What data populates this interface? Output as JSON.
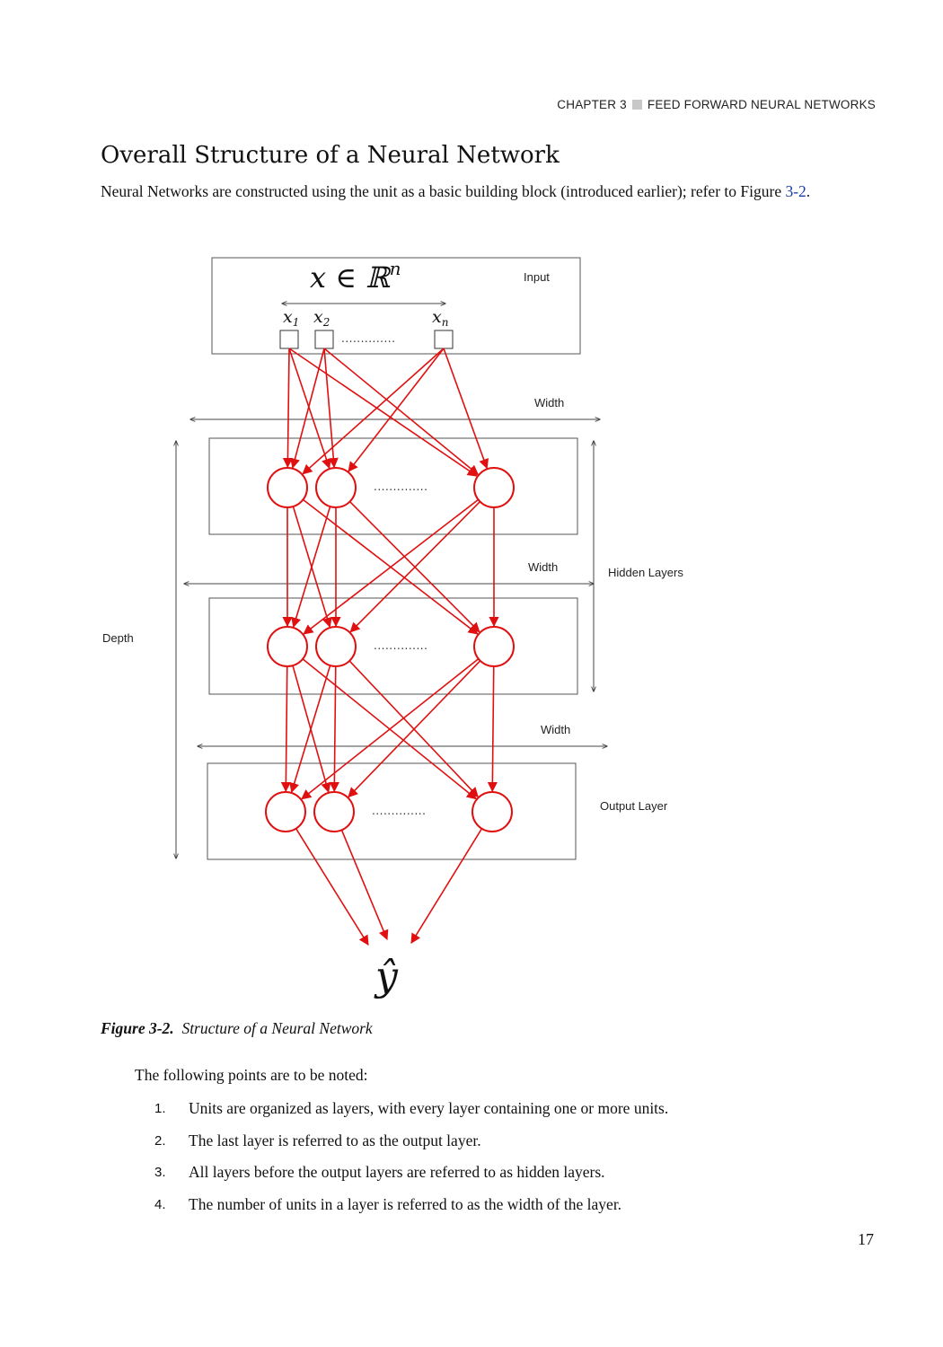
{
  "header": {
    "chapter": "CHAPTER 3",
    "section": "FEED FORWARD NEURAL NETWORKS"
  },
  "title": "Overall Structure of a Neural Network",
  "intro": {
    "text_before": "Neural Networks are constructed using the unit as a basic building block (introduced earlier); refer to Figure ",
    "link": "3-2",
    "text_after": "."
  },
  "figure": {
    "input_math": "x ∈ ℝ",
    "input_math_sup": "n",
    "input_label": "Input",
    "x1": "x",
    "x1_sub": "1",
    "x2": "x",
    "x2_sub": "2",
    "xn": "x",
    "xn_sub": "n",
    "width_label": "Width",
    "hidden_label": "Hidden Layers",
    "depth_label": "Depth",
    "output_label": "Output Layer",
    "output_symbol": "ŷ",
    "edge_color": "#e01010",
    "dots": "..............",
    "input_dots": ".............."
  },
  "caption": {
    "label": "Figure 3-2.",
    "text": "Structure of a Neural Network"
  },
  "notes_intro": "The following points are to be noted:",
  "notes": [
    {
      "num": "1.",
      "text": "Units are organized as layers, with every layer containing one or more units."
    },
    {
      "num": "2.",
      "text": "The last layer is referred to as the output layer."
    },
    {
      "num": "3.",
      "text": "All layers before the output layers are referred to as hidden layers."
    },
    {
      "num": "4.",
      "text": "The number of units in a layer is referred to as the width of the layer."
    }
  ],
  "page_number": "17"
}
